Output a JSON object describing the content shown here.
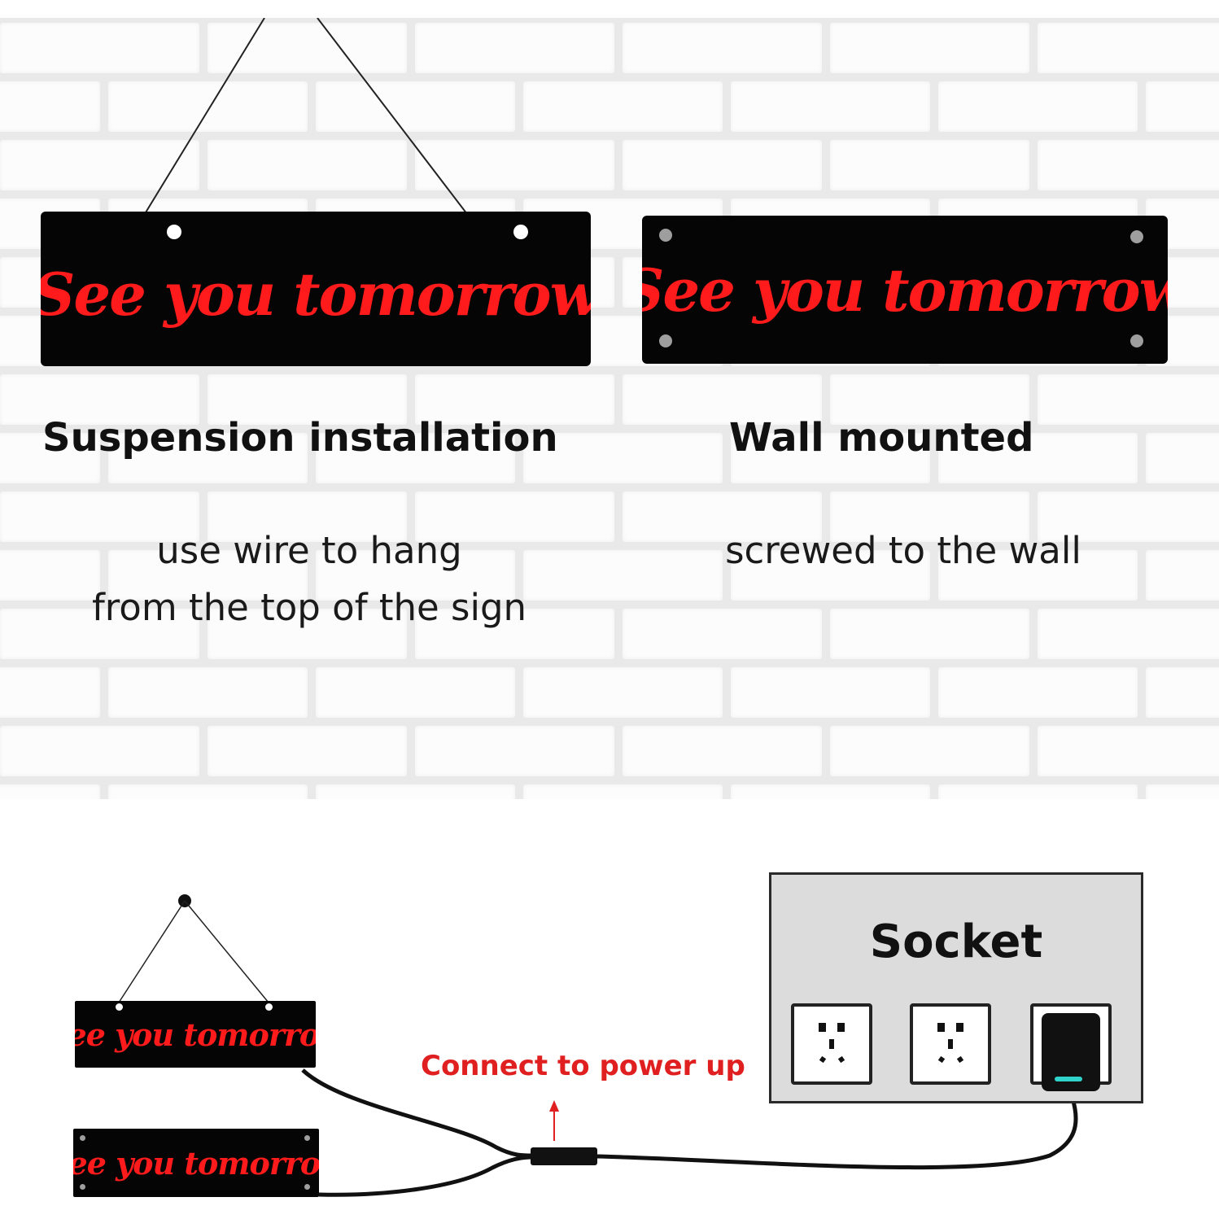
{
  "sign_text": "See you tomorrow",
  "installation": {
    "suspension": {
      "title": "Suspension installation",
      "line1": "use wire to hang",
      "line2": "from the top of the sign"
    },
    "wall": {
      "title": "Wall mounted",
      "line1": "screwed to the wall"
    }
  },
  "diagram": {
    "socket_label": "Socket",
    "connect_label": "Connect to power up"
  },
  "colors": {
    "sign_background": "#050505",
    "sign_text": "#ff1b1b",
    "connect_label": "#e02020",
    "brick": "#fcfcfc",
    "mortar": "#e9e9e9",
    "led": "#2fd3c9"
  },
  "icons": [
    "outlet-icon",
    "plug-icon",
    "arrow-up-icon"
  ]
}
